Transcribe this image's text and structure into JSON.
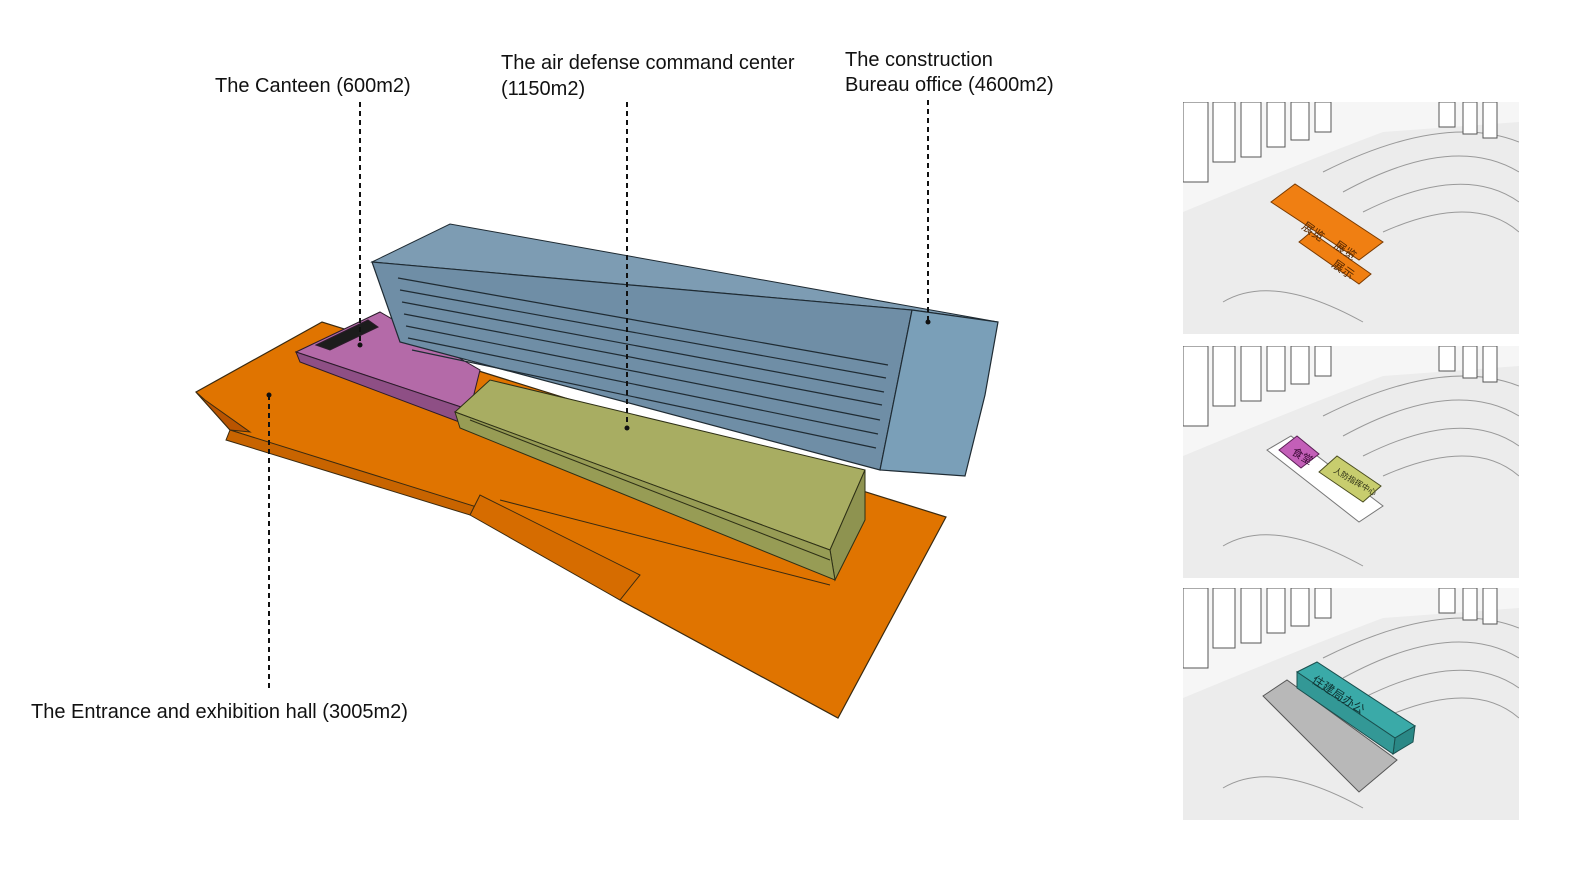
{
  "labels": {
    "canteen": "The Canteen (600m2)",
    "command_center_line1": "The air defense command center",
    "command_center_line2": "(1150m2)",
    "bureau_line1": "The construction",
    "bureau_line2": "Bureau office (4600m2)",
    "entrance": "The Entrance and  exhibition hall (3005m2)"
  },
  "colors": {
    "entrance_hall": "#e07400",
    "canteen": "#b46aa8",
    "command_center": "#a8ad62",
    "bureau_office": "#6f93ab",
    "bureau_office_thumb": "#3aaaa8"
  },
  "thumbnails": [
    {
      "block_labels": [
        "展览",
        "展览",
        "展示"
      ]
    },
    {
      "block_labels": [
        "食堂",
        "人防指挥中心"
      ]
    },
    {
      "block_labels": [
        "住建局办公"
      ]
    }
  ]
}
